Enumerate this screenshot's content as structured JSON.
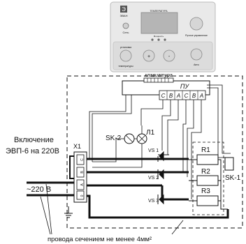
{
  "panel": {
    "brand": "ЭВАН",
    "power_label": "Сеть",
    "display_caption": "ТЕМПЕРАТУРА",
    "power_levels_label": "Мощность",
    "manual_label": "Ручное управление",
    "set_label": "установка",
    "temp_label": "температуры",
    "auto_label": "Авто",
    "plus_label": "+",
    "minus_label": "-"
  },
  "labels": {
    "keyboard": "клавиатура",
    "pu": "ПУ",
    "pu_pins": [
      "С",
      "В",
      "А",
      "С",
      "В",
      "А"
    ],
    "x1": "X1",
    "x1_pins": [
      "0",
      "A",
      "B",
      "C"
    ],
    "sk2": "SK-2",
    "l1": "Л1",
    "sk1": "SK-1",
    "vs1": "VS 1",
    "vs2": "VS 2",
    "vs3": "VS 3",
    "r1": "R1",
    "r2": "R2",
    "r3": "R3",
    "switch_on_line1": "Включение",
    "switch_on_line2": "ЭВП-6 на 220В",
    "voltage": "~220 В",
    "wires_note": "провода сечением не менее 4мм²"
  },
  "colors": {
    "line": "#111111",
    "panel_bg": "#eeeeee",
    "display_bg": "#b5b5b5"
  }
}
